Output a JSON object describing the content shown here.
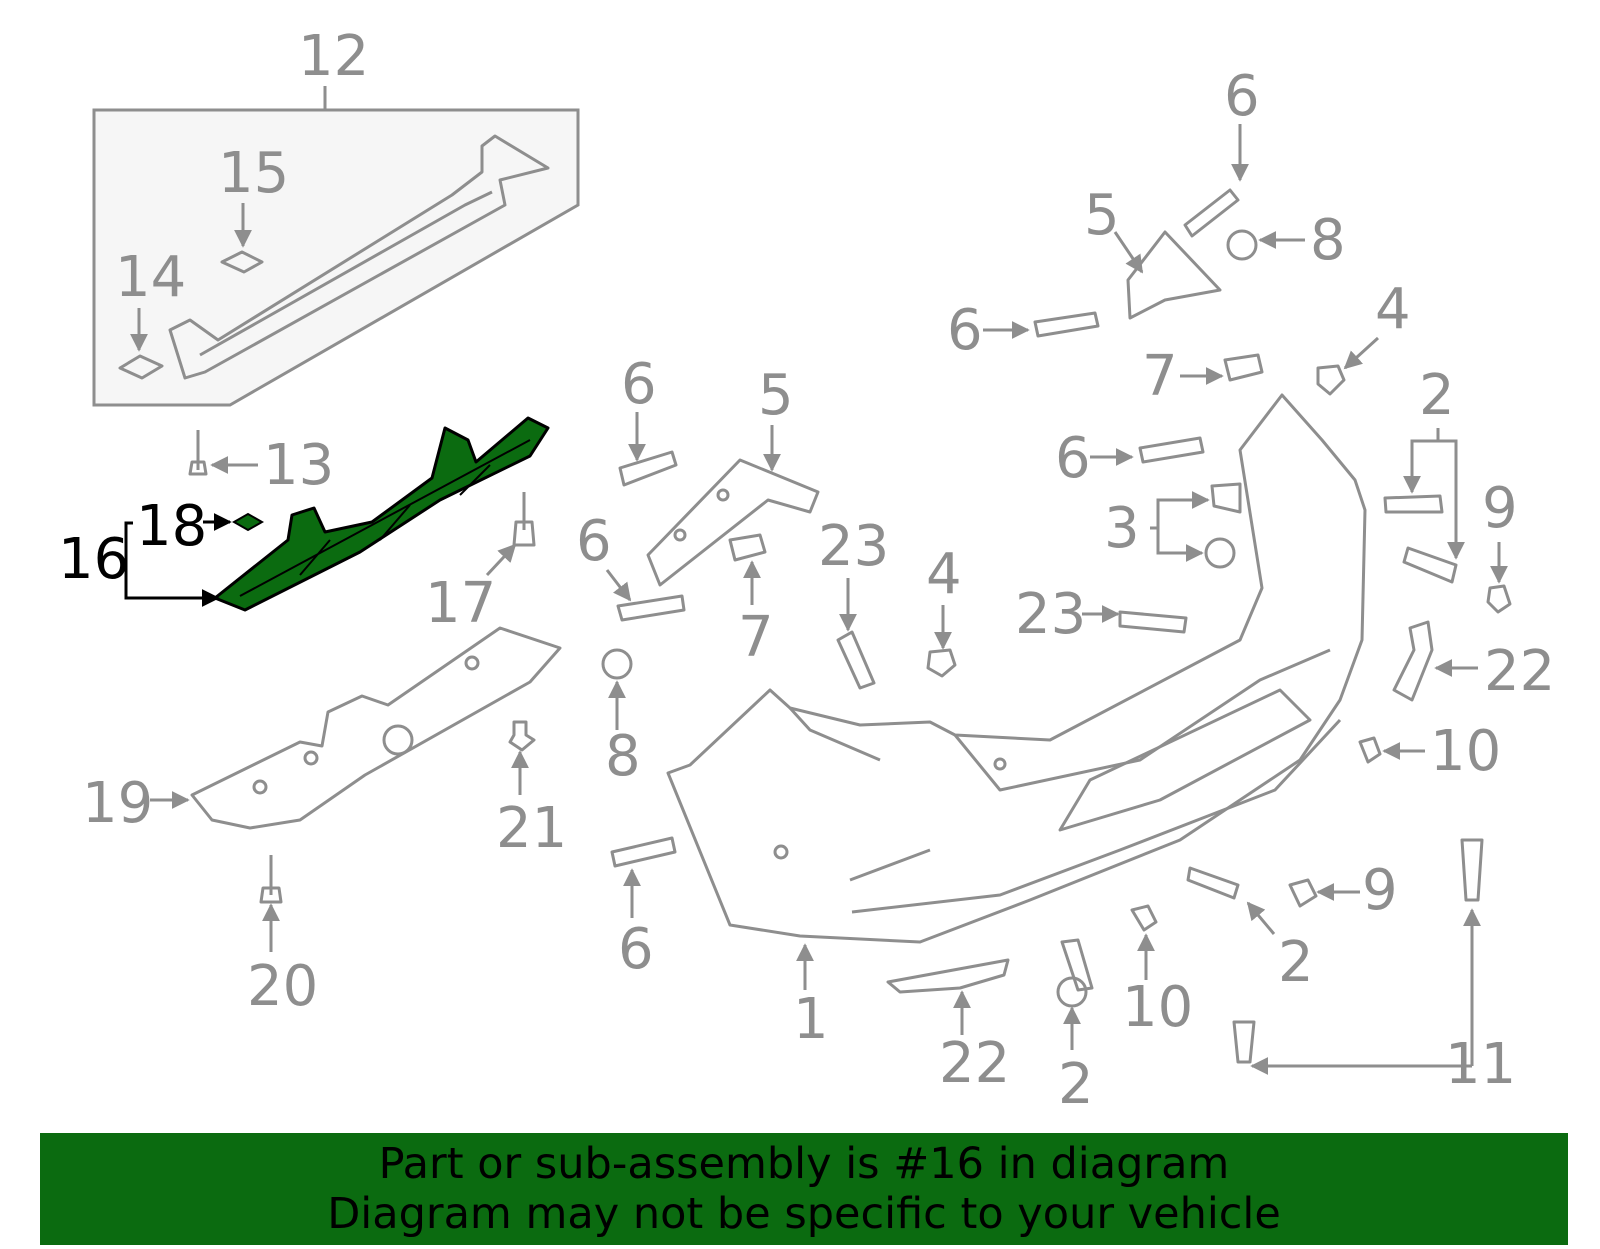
{
  "diagram": {
    "highlight_part": "16",
    "highlight_color": "#0b6b10",
    "line_color": "#8e8e8e",
    "callouts": [
      "12",
      "15",
      "14",
      "13",
      "18",
      "16",
      "17",
      "19",
      "21",
      "20",
      "6",
      "5",
      "6",
      "8",
      "4",
      "7",
      "6",
      "3",
      "23",
      "2",
      "9",
      "22",
      "10",
      "9",
      "2",
      "11",
      "10",
      "22",
      "2",
      "1",
      "6",
      "5",
      "6",
      "7",
      "23",
      "4",
      "8",
      "6"
    ]
  },
  "banner": {
    "line1": "Part or sub-assembly is #16 in diagram",
    "line2": "Diagram may not be specific to your vehicle",
    "background": "#0b6b10"
  }
}
